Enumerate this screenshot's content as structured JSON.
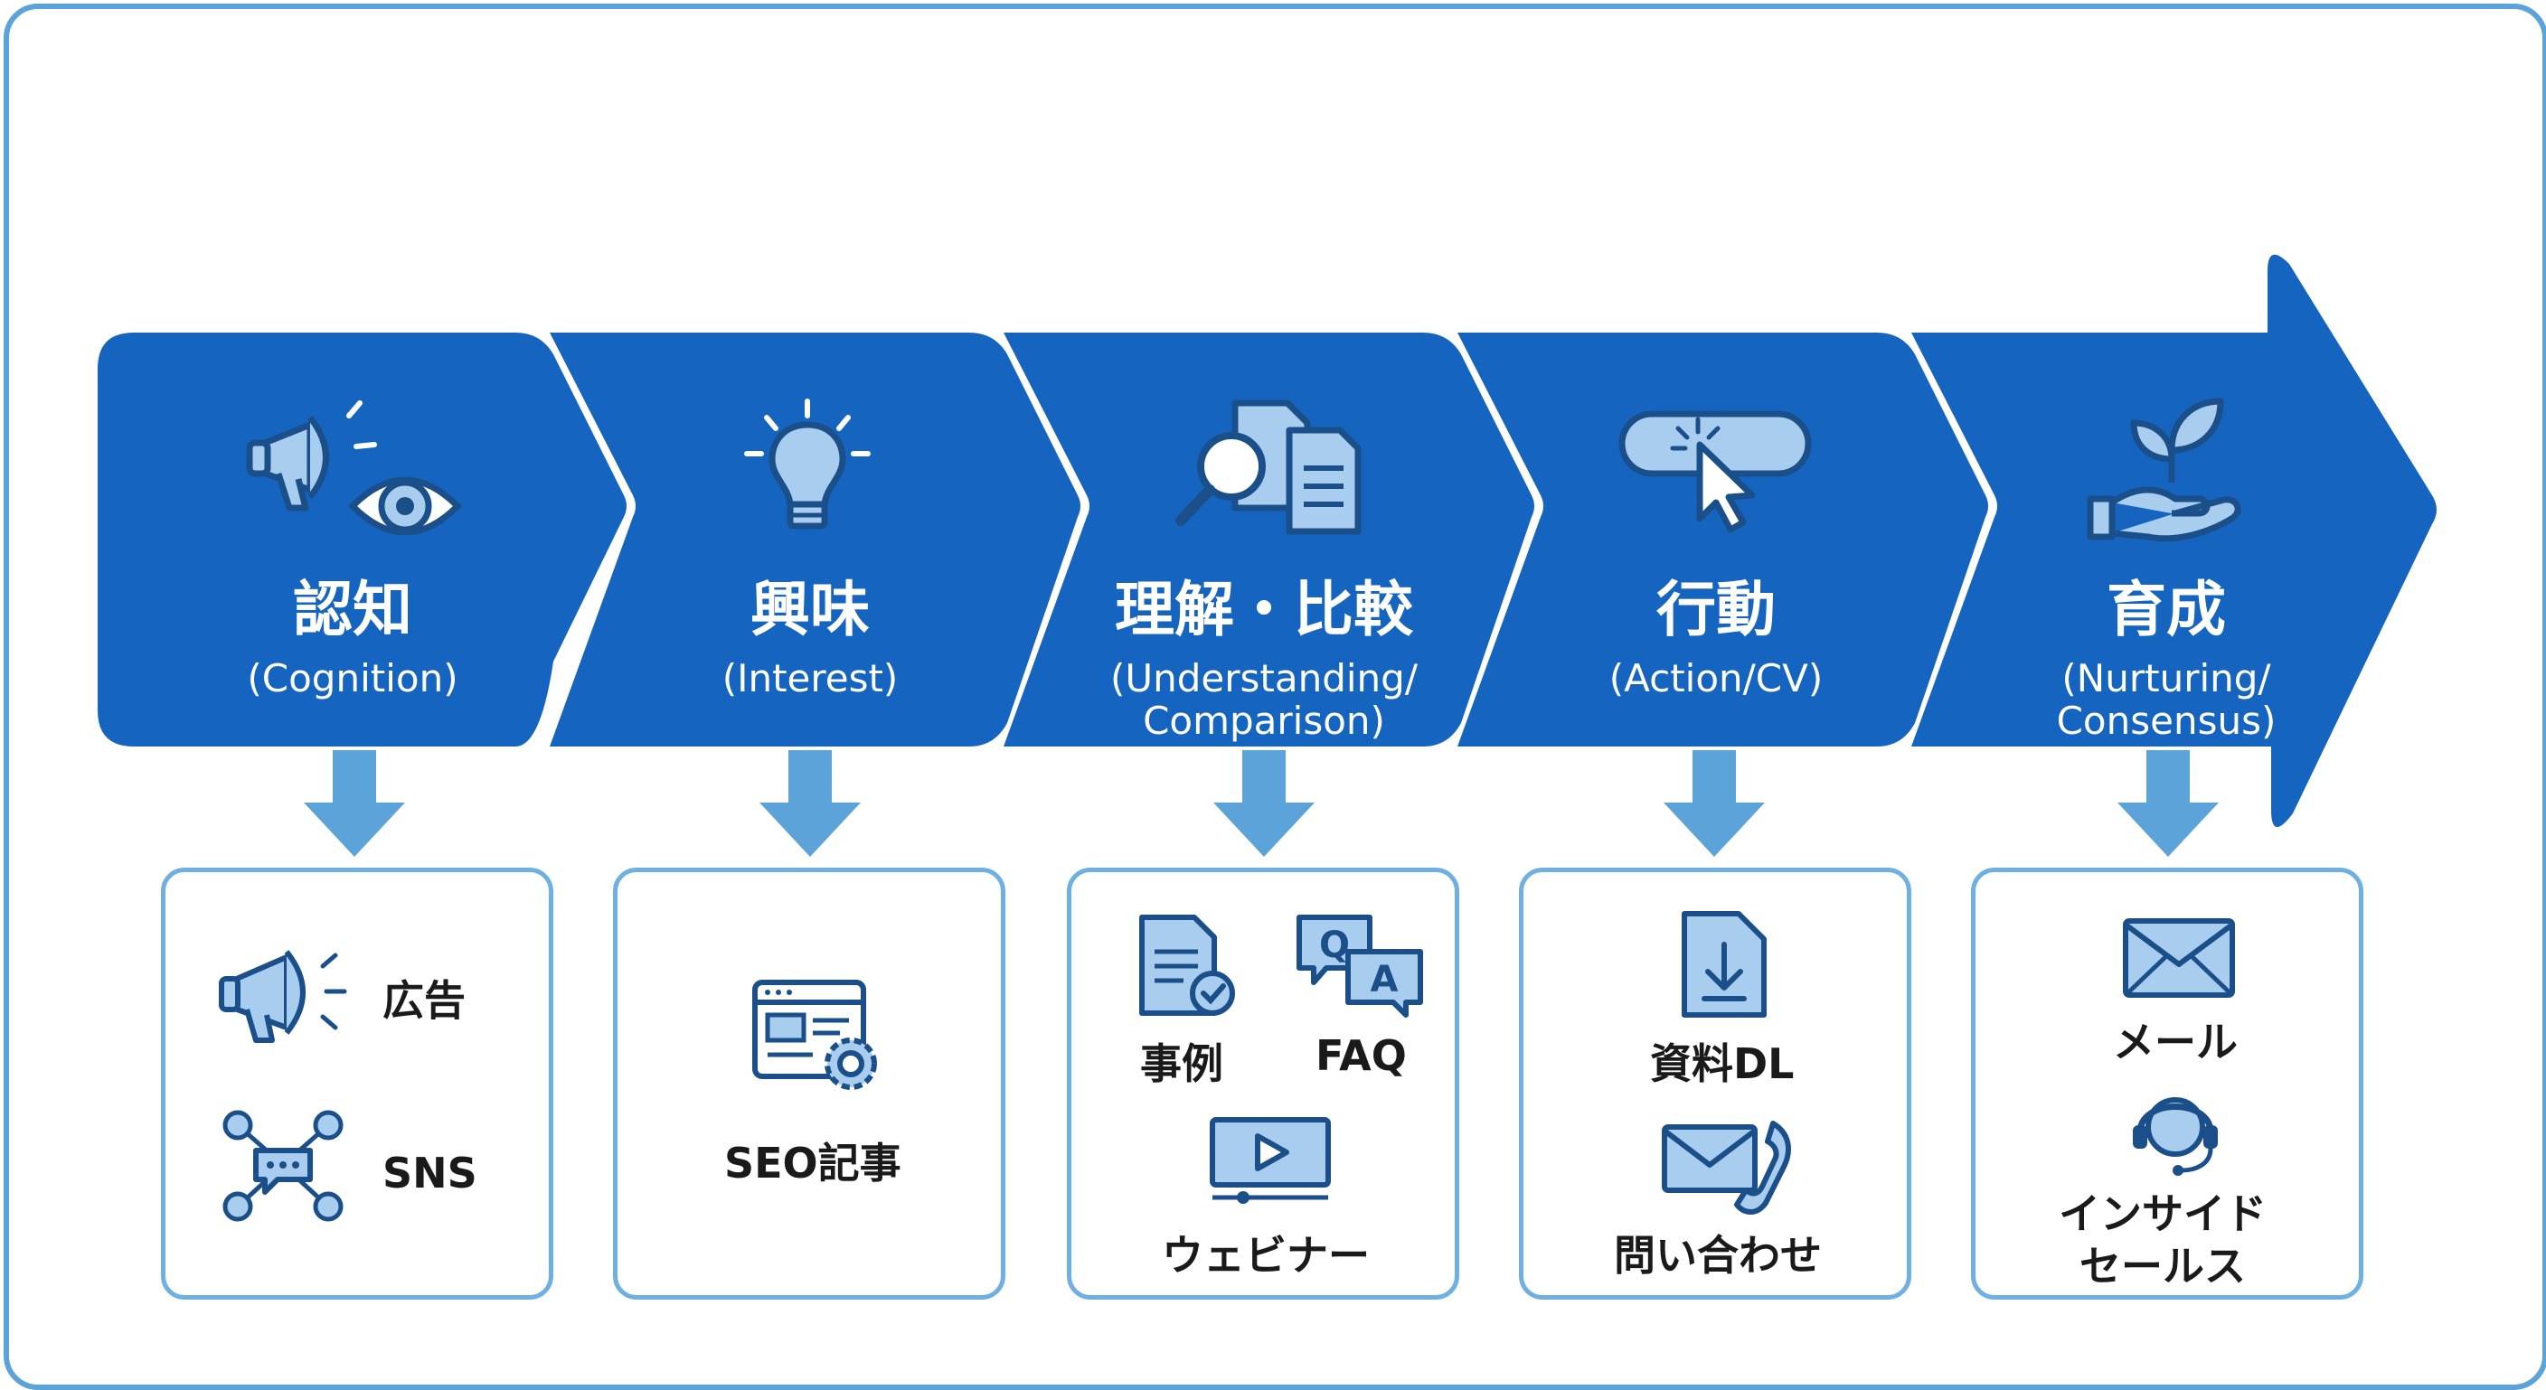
{
  "colors": {
    "arrow_fill": "#1565c0",
    "box_border": "#6fb0e2",
    "icon_fill": "#a9cdee",
    "icon_stroke": "#1b4f8a",
    "down_arrow": "#5ba3d9"
  },
  "stages": [
    {
      "title": "認知",
      "subtitle": "(Cognition)",
      "icon": "megaphone-eye-icon",
      "items": [
        {
          "label": "広告",
          "icon": "megaphone-icon"
        },
        {
          "label": "SNS",
          "icon": "network-icon"
        }
      ]
    },
    {
      "title": "興味",
      "subtitle": "(Interest)",
      "icon": "lightbulb-icon",
      "items": [
        {
          "label": "SEO記事",
          "icon": "web-page-gear-icon"
        }
      ]
    },
    {
      "title": "理解・比較",
      "subtitle": "(Understanding/\nComparison)",
      "icon": "magnifier-documents-icon",
      "items": [
        {
          "label": "事例",
          "icon": "document-check-icon"
        },
        {
          "label": "FAQ",
          "icon": "qa-bubbles-icon"
        },
        {
          "label": "ウェビナー",
          "icon": "video-player-icon"
        }
      ]
    },
    {
      "title": "行動",
      "subtitle": "(Action/CV)",
      "icon": "click-button-icon",
      "items": [
        {
          "label": "資料DL",
          "icon": "download-document-icon"
        },
        {
          "label": "問い合わせ",
          "icon": "mail-phone-icon"
        }
      ]
    },
    {
      "title": "育成",
      "subtitle": "(Nurturing/\nConsensus)",
      "icon": "hand-plant-icon",
      "items": [
        {
          "label": "メール",
          "icon": "envelope-icon"
        },
        {
          "label": "インサイド\nセールス",
          "icon": "headset-person-icon"
        }
      ]
    }
  ]
}
